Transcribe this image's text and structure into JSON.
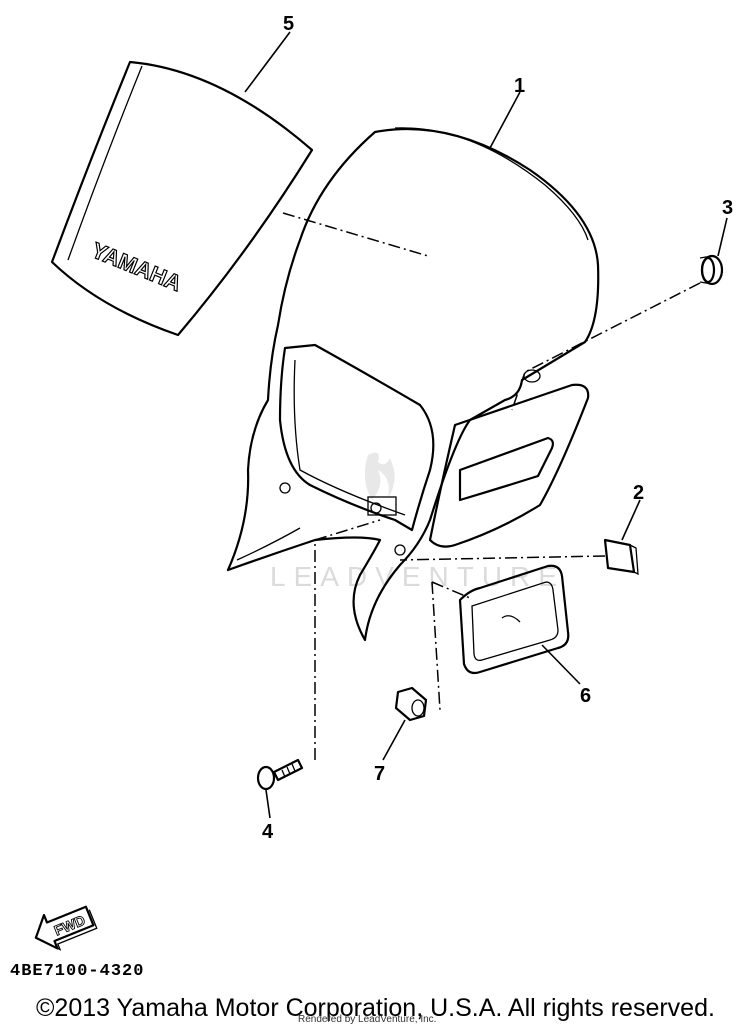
{
  "diagram": {
    "callouts": [
      "1",
      "2",
      "3",
      "4",
      "5",
      "6",
      "7"
    ],
    "brand_text": "YAMAHA",
    "watermark": "LEADVENTURE",
    "direction_badge": "FWD",
    "diagram_code": "4BE7100-4320"
  },
  "footer": {
    "copyright": "©2013 Yamaha Motor Corporation, U.S.A. All rights reserved.",
    "rendered_by": "Rendered by LeadVenture, Inc."
  }
}
